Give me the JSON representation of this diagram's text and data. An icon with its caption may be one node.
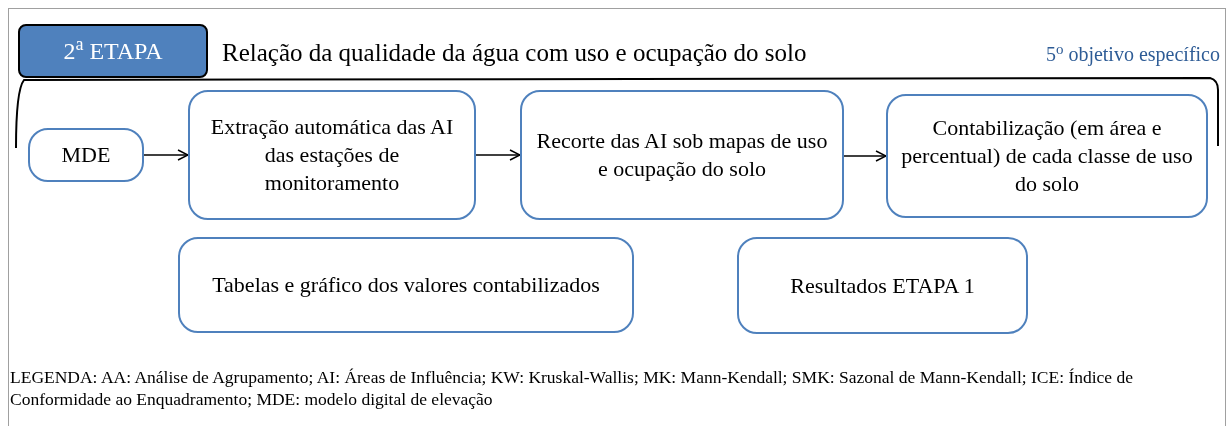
{
  "diagram": {
    "title": "Relação da qualidade da água com uso e ocupação do solo",
    "nodes": [
      {
        "text": [
          "2$^{a}$ ETAPA"
        ]
      },
      {
        "text": [
          "MDE"
        ]
      },
      {
        "text": [
          "Extração automática das AI das estações de monitoramento"
        ]
      },
      {
        "text": [
          "Recorte das AI sob mapas de uso e ocupação do solo"
        ]
      },
      {
        "text": [
          "Contabilização (em área e percentual) de cada classe de uso do solo"
        ]
      },
      {
        "text": [
          "Tabelas e gráfico dos valores contabilizados"
        ]
      },
      {
        "text": [
          "Resultados ETAPA 1"
        ]
      }
    ],
    "edges": [
      {
        "from": 1,
        "to": 2,
        "arrow": "to"
      },
      {
        "from": 2,
        "to": 3,
        "arrow": "to"
      },
      {
        "from": 3,
        "to": 4,
        "arrow": "to"
      }
    ],
    "labels": [
      "5$^{o}$ objetivo específico",
      "LEGENDA: AA: Análise de Agrupamento; AI: Áreas de Influência; KW: Kruskal-Wallis; MK: Mann-Kendall; SMK: Sazonal de Mann-Kendall; ICE: Índice de Conformidade ao Enquadramento; MDE: modelo digital de elevação"
    ]
  }
}
